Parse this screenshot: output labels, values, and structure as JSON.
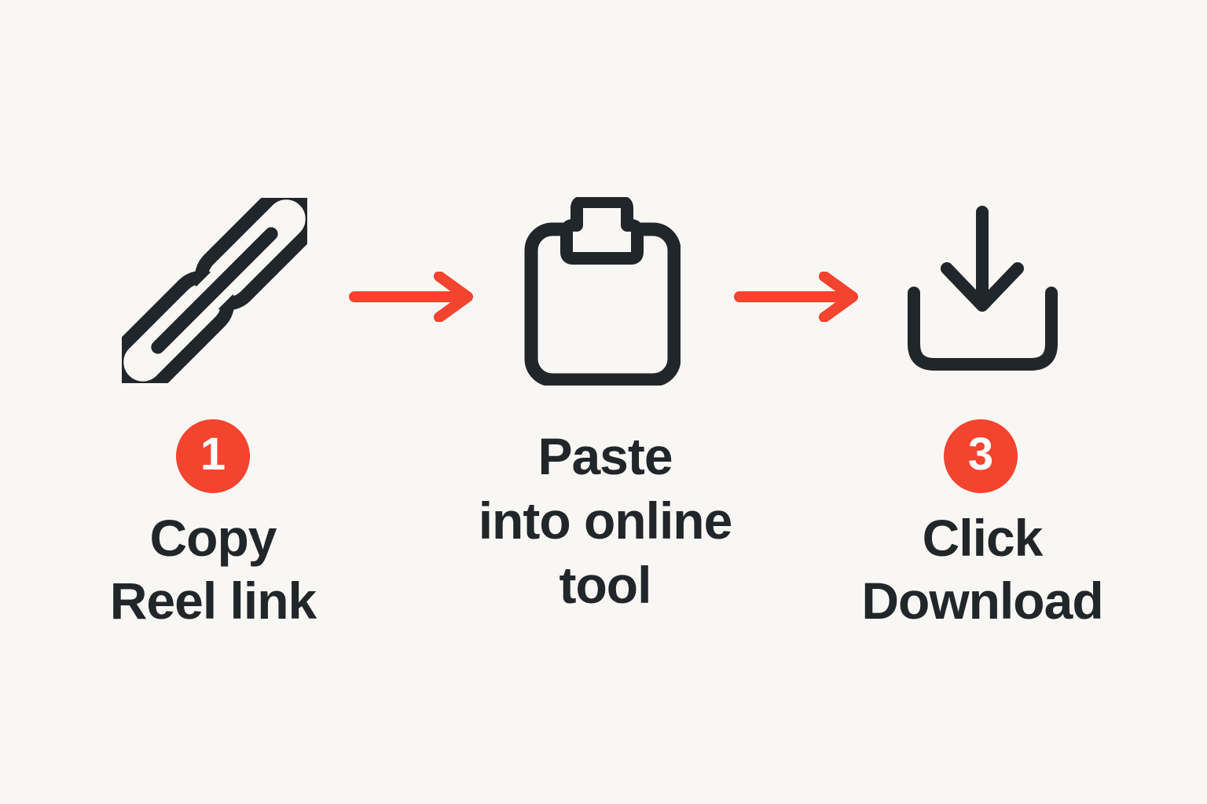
{
  "colors": {
    "background": "#f8f7f4",
    "ink": "#20262a",
    "accent": "#f4432e",
    "badge_text": "#ffffff"
  },
  "steps": [
    {
      "badge": "1",
      "icon": "link-icon",
      "lines": [
        "Copy",
        "Reel link"
      ]
    },
    {
      "badge": "",
      "icon": "clipboard-icon",
      "lines": [
        "Paste",
        "into online",
        "tool"
      ]
    },
    {
      "badge": "3",
      "icon": "download-icon",
      "lines": [
        "Click",
        "Download"
      ]
    }
  ],
  "arrows": [
    {
      "icon": "arrow-right-icon"
    },
    {
      "icon": "arrow-right-icon"
    }
  ]
}
